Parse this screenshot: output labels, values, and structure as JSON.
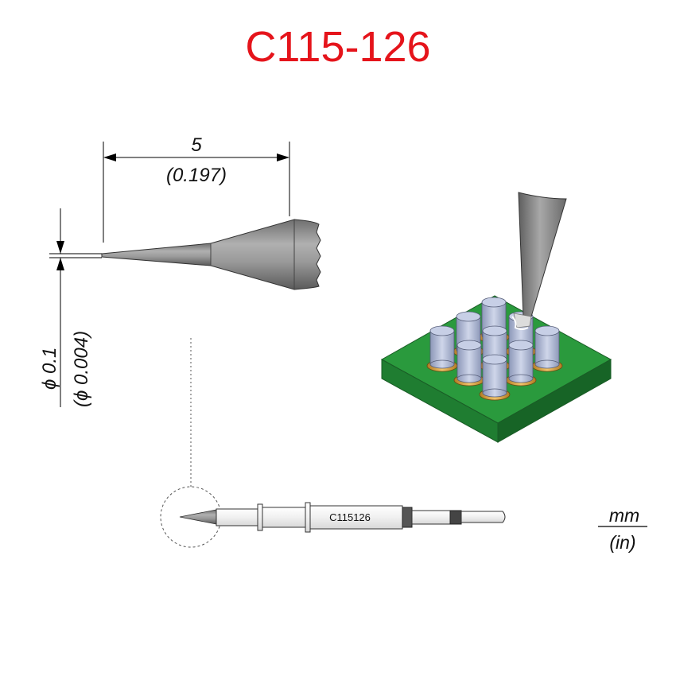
{
  "title": "C115-126",
  "dimensions": {
    "length_mm": "5",
    "length_in": "(0.197)",
    "diameter_mm": "ϕ 0.1",
    "diameter_in": "(ϕ 0.004)"
  },
  "cartridge": {
    "label": "C115126"
  },
  "units": {
    "primary": "mm",
    "secondary": "(in)"
  },
  "colors": {
    "title": "#e5141b",
    "pcb": "#1f8a36",
    "tip_metal": "#9a9a9a",
    "pin": "#b9c4de",
    "solder_ring": "#d49a3a"
  }
}
